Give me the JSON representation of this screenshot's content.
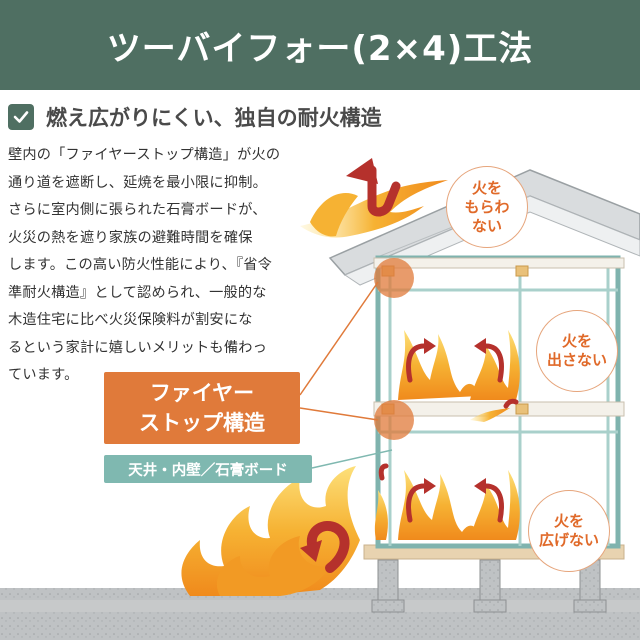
{
  "header": {
    "title": "ツーバイフォー(2×4)工法"
  },
  "section": {
    "heading": "燃え広がりにくい、独自の耐火構造"
  },
  "body_lines": [
    "壁内の「ファイヤーストップ構造」が火の",
    "通り道を遮断し、延焼を最小限に抑制。",
    "さらに室内側に張られた石膏ボードが、",
    "火災の熱を遮り家族の避難時間を確保",
    "します。この高い防火性能により、『省令",
    "準耐火構造』として認められ、一般的な",
    "木造住宅に比べ火災保険料が割安にな",
    "るという家計に嬉しいメリットも備わっ",
    "ています。"
  ],
  "labels": {
    "fire_stop_line1": "ファイヤー",
    "fire_stop_line2": "ストップ構造",
    "board": "天井・内壁／石膏ボード"
  },
  "bubbles": {
    "receive": {
      "line1": "火を",
      "line2": "もらわ",
      "line3": "ない"
    },
    "emit": {
      "line1": "火を",
      "line2": "出さない"
    },
    "spread": {
      "line1": "火を",
      "line2": "広げない"
    }
  },
  "colors": {
    "header_bg": "#4f6f62",
    "accent_orange": "#e07a3a",
    "board_teal": "#7fb8b0",
    "frame_teal": "#7fb3ae",
    "arrow_red": "#b5312c"
  }
}
